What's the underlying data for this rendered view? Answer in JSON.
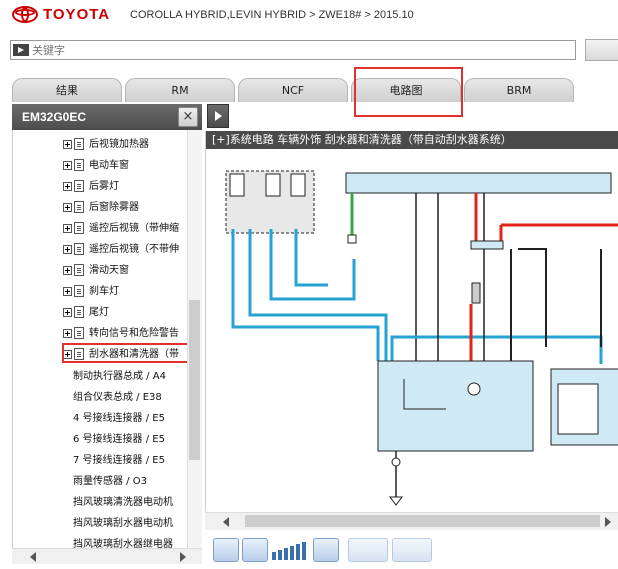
{
  "header": {
    "brand": "TOYOTA",
    "breadcrumb": "COROLLA HYBRID,LEVIN HYBRID > ZWE18# > 2015.10"
  },
  "search": {
    "placeholder": "关键字"
  },
  "tabs": [
    {
      "label": "结果"
    },
    {
      "label": "RM"
    },
    {
      "label": "NCF"
    },
    {
      "label": "电路图",
      "highlighted": true
    },
    {
      "label": "BRM"
    }
  ],
  "left_panel": {
    "title": "EM32G0EC",
    "close_label": "×",
    "tree_items": [
      {
        "label": "后视镜加热器"
      },
      {
        "label": "电动车窗"
      },
      {
        "label": "后雾灯"
      },
      {
        "label": "后窗除雾器"
      },
      {
        "label": "遥控后视镜（带伸缩"
      },
      {
        "label": "遥控后视镜（不带伸"
      },
      {
        "label": "滑动天窗"
      },
      {
        "label": "刹车灯"
      },
      {
        "label": "尾灯"
      },
      {
        "label": "转向信号和危险警告"
      },
      {
        "label": "刮水器和清洗器（带",
        "selected": true
      }
    ],
    "sub_items": [
      {
        "label": "制动执行器总成 / A4"
      },
      {
        "label": "组合仪表总成 / E38"
      },
      {
        "label": "4 号接线连接器 / E5"
      },
      {
        "label": "6 号接线连接器 / E5"
      },
      {
        "label": "7 号接线连接器 / E5"
      },
      {
        "label": "雨量传感器 / O3"
      },
      {
        "label": "挡风玻璃清洗器电动机"
      },
      {
        "label": "挡风玻璃刮水器电动机"
      },
      {
        "label": "挡风玻璃刮水器继电器"
      }
    ]
  },
  "diagram": {
    "title": "[+]系统电路  车辆外饰  刮水器和清洗器（带自动刮水器系统）"
  },
  "colors": {
    "wire_blue": "#27a3d3",
    "wire_red": "#e2231a",
    "wire_green": "#3aa64b",
    "wire_black": "#222222",
    "component_fill": "#cfeaf4",
    "highlight_red": "#e03030"
  },
  "icons": {
    "search": "search-arrow-icon",
    "close": "close-icon",
    "toggle": "play-right-icon",
    "refresh": "refresh-icon",
    "zoom_out": "zoom-out-icon",
    "zoom_in": "zoom-in-icon",
    "first": "double-left-icon",
    "prev": "prev-icon"
  }
}
